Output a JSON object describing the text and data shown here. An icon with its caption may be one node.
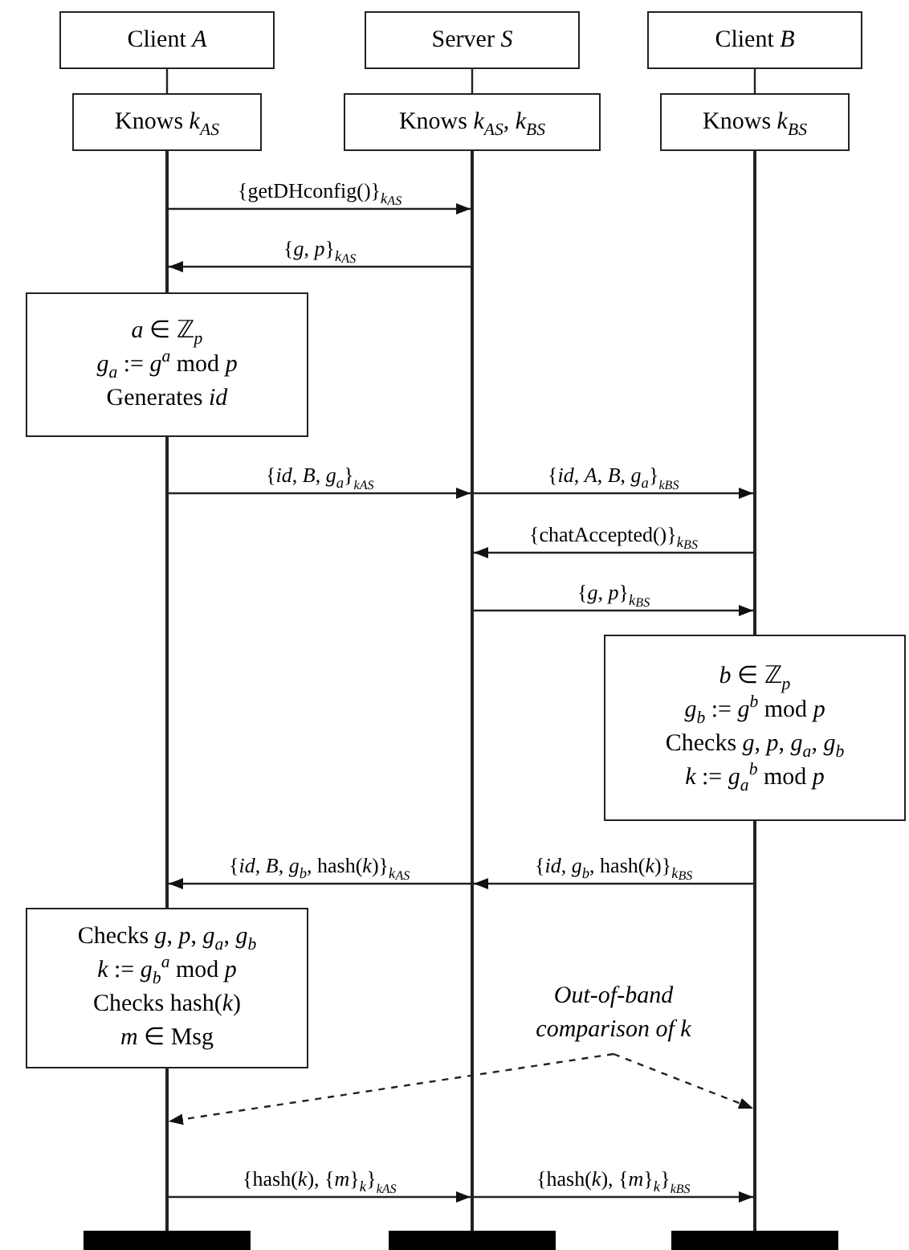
{
  "diagram": {
    "nodes": [
      {
        "text": [
          "Client *A*"
        ]
      },
      {
        "text": [
          "Server *S*"
        ]
      },
      {
        "text": [
          "Client *B*"
        ]
      },
      {
        "text": [
          "Knows *k*$_{AS}$"
        ]
      },
      {
        "text": [
          "Knows *k*$_{AS}$, *k*$_{BS}$"
        ]
      },
      {
        "text": [
          "Knows *k*$_{BS}$"
        ]
      },
      {
        "text": [
          "*a* ∈ ℤ$_{p}$",
          "*g*$_{a}$ := *g*$^{a}$  mod *p*",
          "Generates *id*"
        ]
      },
      {
        "text": [
          "*b* ∈ ℤ$_{p}$",
          "*g*$_{b}$ := *g*$^{b}$  mod *p*",
          "Checks *g*, *p*, *g*$_{a}$, *g*$_{b}$",
          "*k* := *g*$_{a}$$^{b}$  mod *p*"
        ]
      },
      {
        "text": [
          "Checks *g*, *p*, *g*$_{a}$, *g*$_{b}$",
          "*k* := *g*$_{b}$$^{a}$  mod *p*",
          "Checks hash(*k*)",
          "*m* ∈ Msg"
        ]
      },
      {
        "text": [
          "Out-of-band comparison of k"
        ]
      },
      {
        "text": [],
        "shape": "bar"
      },
      {
        "text": [],
        "shape": "bar"
      },
      {
        "text": [],
        "shape": "bar"
      },
      {
        "text": [],
        "shape": "line"
      },
      {
        "text": [],
        "shape": "line"
      },
      {
        "text": [],
        "shape": "line"
      },
      {
        "text": [],
        "shape": "line"
      },
      {
        "text": [],
        "shape": "line"
      },
      {
        "text": [],
        "shape": "line"
      }
    ],
    "edges": [
      {
        "from": 0,
        "to": 3,
        "arrow": "none"
      },
      {
        "from": 1,
        "to": 4,
        "arrow": "none"
      },
      {
        "from": 2,
        "to": 5,
        "arrow": "none"
      },
      {
        "from": 13,
        "to": 16,
        "arrow": "to",
        "label": "{getDHconfig()}$_{k}$$_{AS}$"
      },
      {
        "from": 16,
        "to": 13,
        "arrow": "to",
        "label": "{*g*, *p*}$_{k}$$_{AS}$"
      },
      {
        "from": 14,
        "to": 16,
        "arrow": "to",
        "label": "{*id*, *B*, *g*$_{a}$}$_{k}$$_{AS}$"
      },
      {
        "from": 16,
        "to": 17,
        "arrow": "to",
        "label": "{*id*, *A*, *B*, *g*$_{a}$}$_{k}$$_{BS}$"
      },
      {
        "from": 17,
        "to": 16,
        "arrow": "to",
        "label": "{chatAccepted()}$_{k}$$_{BS}$"
      },
      {
        "from": 16,
        "to": 17,
        "arrow": "to",
        "label": "{*g*, *p*}$_{k}$$_{BS}$"
      },
      {
        "from": 16,
        "to": 14,
        "arrow": "to",
        "label": "{*id*, *B*, *g*$_{b}$, hash(*k*)}$_{k}$$_{AS}$"
      },
      {
        "from": 18,
        "to": 16,
        "arrow": "to",
        "label": "{*id*, *g*$_{b}$, hash(*k*)}$_{k}$$_{BS}$"
      },
      {
        "from": 9,
        "to": 15,
        "arrow": "to",
        "style": "dashed"
      },
      {
        "from": 9,
        "to": 18,
        "arrow": "to",
        "style": "dashed"
      },
      {
        "from": 15,
        "to": 16,
        "arrow": "to",
        "label": "{hash(*k*), {*m*}$_{k}$}$_{k}$$_{AS}$"
      },
      {
        "from": 16,
        "to": 18,
        "arrow": "to",
        "label": "{hash(*k*), {*m*}$_{k}$}$_{k}$$_{BS}$"
      }
    ]
  }
}
